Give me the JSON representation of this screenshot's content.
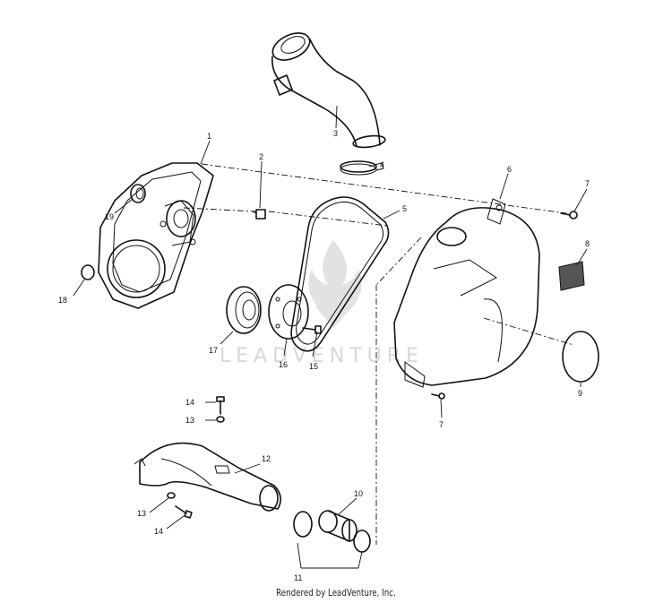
{
  "watermark": {
    "text": "LEADVENTURE"
  },
  "footer": {
    "text": "Rendered by LeadVenture, Inc."
  },
  "callouts": {
    "c1": "1",
    "c2": "2",
    "c3": "3",
    "c4": "4",
    "c5": "5",
    "c6": "6",
    "c7a": "7",
    "c7b": "7",
    "c8": "8",
    "c9": "9",
    "c10": "10",
    "c11": "11",
    "c12": "12",
    "c13a": "13",
    "c13b": "13",
    "c14a": "14",
    "c14b": "14",
    "c15": "15",
    "c16": "16",
    "c17": "17",
    "c18": "18",
    "c19": "19"
  }
}
